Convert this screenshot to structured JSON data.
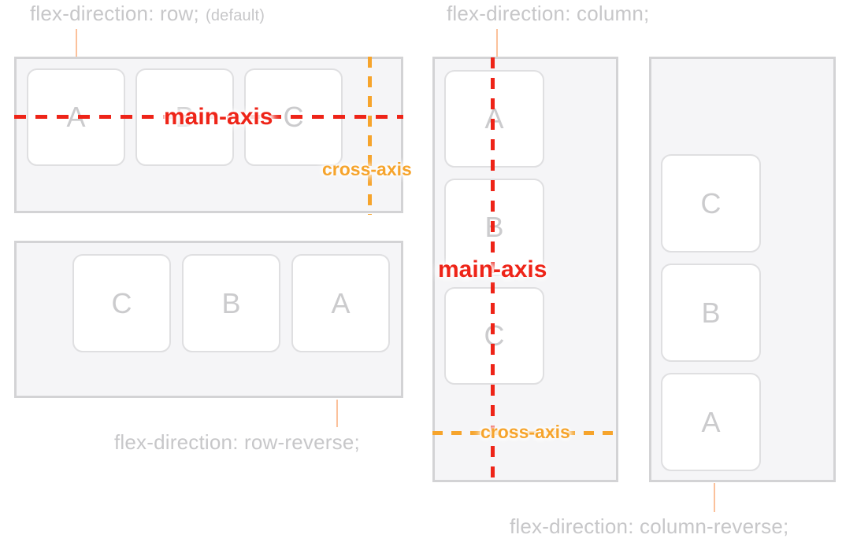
{
  "colors": {
    "main_axis_red": "#ee2418",
    "cross_axis_orange": "#f6a42c",
    "label_gray": "#c7c7c9",
    "letter_gray": "#cbcbcd",
    "container_fill": "#f5f5f7",
    "container_border": "#d3d3d5",
    "box_border": "#dfdfe1",
    "connector_peach": "#fbc19b"
  },
  "panels": {
    "row": {
      "label": "flex-direction: row;",
      "label_suffix": "(default)",
      "items": [
        "A",
        "B",
        "C"
      ]
    },
    "row_reverse": {
      "label": "flex-direction: row-reverse;",
      "items": [
        "C",
        "B",
        "A"
      ]
    },
    "column": {
      "label": "flex-direction: column;",
      "items": [
        "A",
        "B",
        "C"
      ]
    },
    "column_reverse": {
      "label": "flex-direction: column-reverse;",
      "items": [
        "C",
        "B",
        "A"
      ]
    }
  },
  "annotations": {
    "row_main_axis": "main-axis",
    "row_cross_axis": "cross-axis",
    "column_main_axis": "main-axis",
    "column_cross_axis": "cross-axis"
  }
}
